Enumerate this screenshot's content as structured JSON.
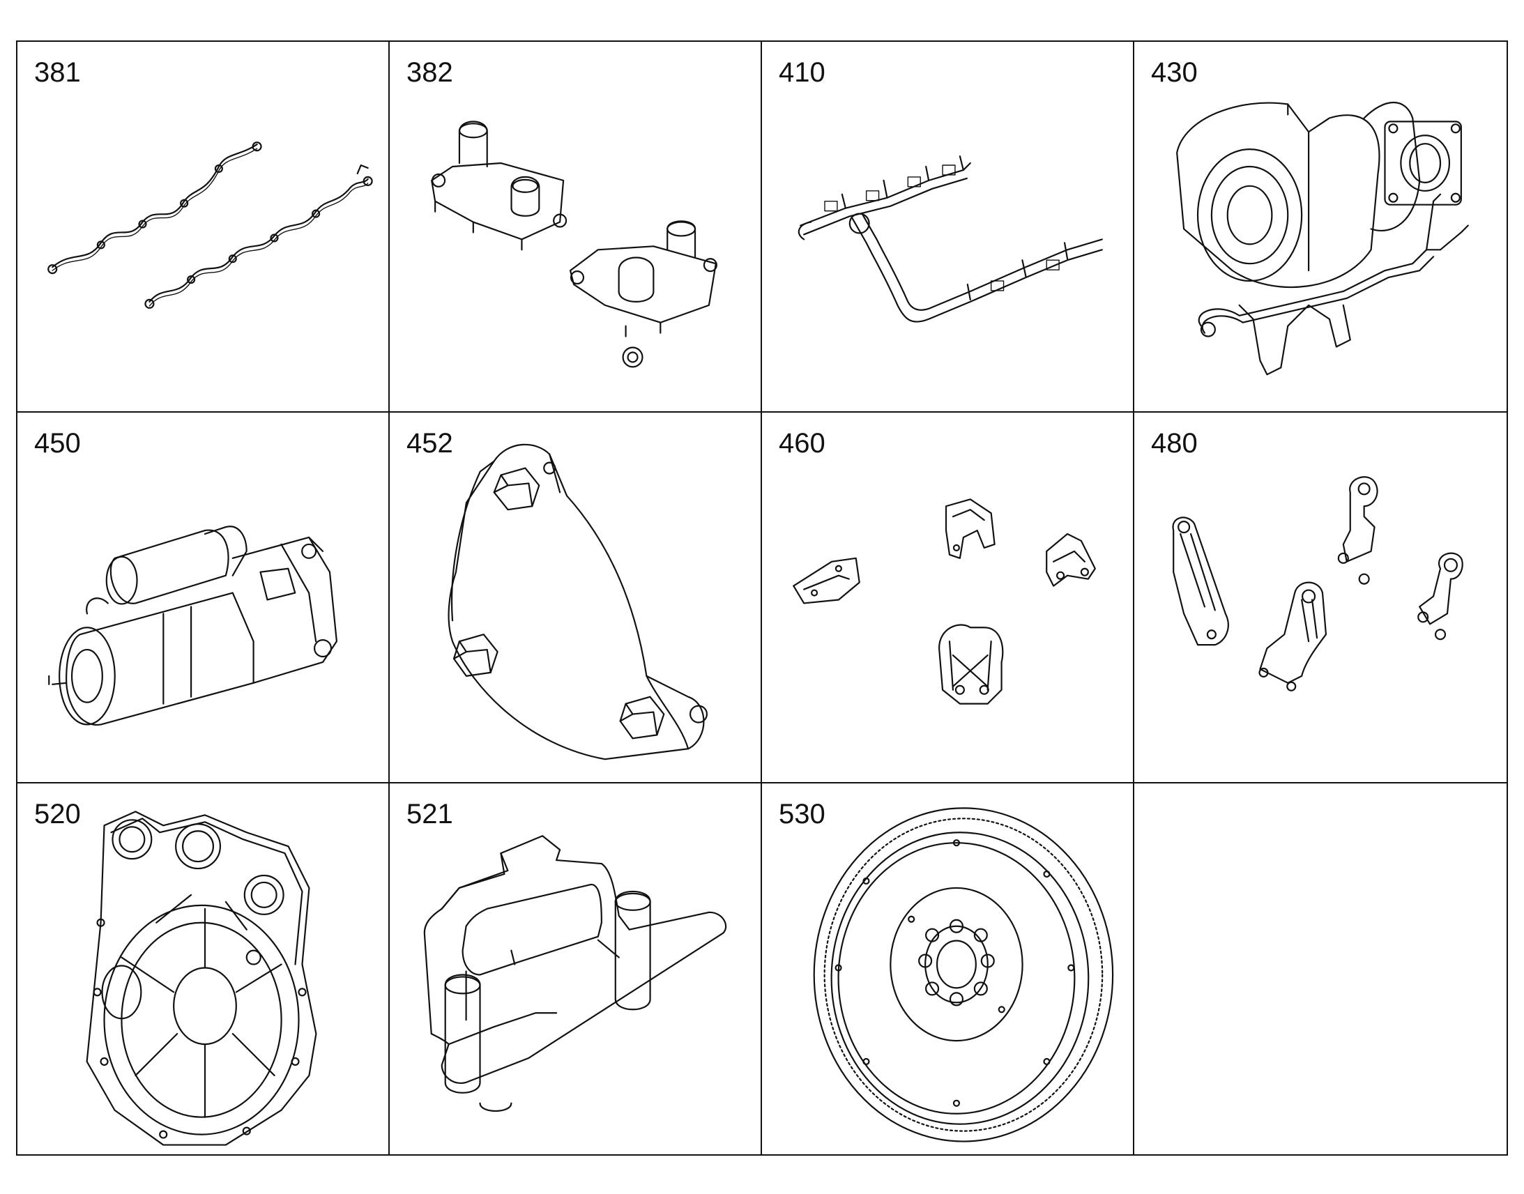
{
  "cells": [
    {
      "number": "381",
      "icon": "wiring-harness-icon"
    },
    {
      "number": "382",
      "icon": "thermostat-housing-icon"
    },
    {
      "number": "410",
      "icon": "injector-rail-icon"
    },
    {
      "number": "430",
      "icon": "turbocharger-icon"
    },
    {
      "number": "450",
      "icon": "starter-motor-icon"
    },
    {
      "number": "452",
      "icon": "cover-plate-icon"
    },
    {
      "number": "460",
      "icon": "brackets-icon"
    },
    {
      "number": "480",
      "icon": "lifting-brackets-icon"
    },
    {
      "number": "520",
      "icon": "flywheel-housing-icon"
    },
    {
      "number": "521",
      "icon": "mounting-tool-icon"
    },
    {
      "number": "530",
      "icon": "flywheel-icon"
    },
    {
      "number": "",
      "icon": ""
    }
  ]
}
